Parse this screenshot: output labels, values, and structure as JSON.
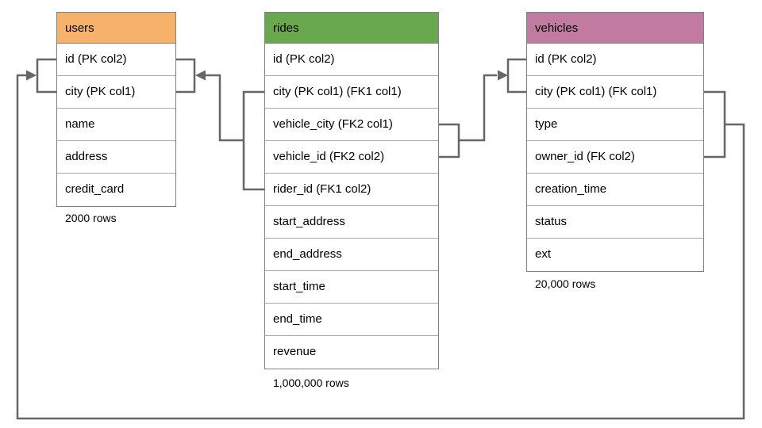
{
  "tables": [
    {
      "name": "users",
      "header_color": "#f6b26b",
      "rows": [
        "id (PK col2)",
        "city (PK col1)",
        "name",
        "address",
        "credit_card"
      ],
      "row_count": "2000 rows"
    },
    {
      "name": "rides",
      "header_color": "#6aa84f",
      "rows": [
        "id (PK col2)",
        "city (PK col1) (FK1 col1)",
        "vehicle_city (FK2 col1)",
        "vehicle_id (FK2 col2)",
        "rider_id (FK1 col2)",
        "start_address",
        "end_address",
        "start_time",
        "end_time",
        "revenue"
      ],
      "row_count": "1,000,000 rows"
    },
    {
      "name": "vehicles",
      "header_color": "#c27ba0",
      "rows": [
        "id (PK col2)",
        "city (PK col1) (FK col1)",
        "type",
        "owner_id (FK col2)",
        "creation_time",
        "status",
        "ext"
      ],
      "row_count": "20,000 rows"
    }
  ],
  "connector_color": "#666666",
  "relationships": [
    {
      "from_table": "rides",
      "from_columns": "city (FK1 col1), rider_id (FK1 col2)",
      "to_table": "users",
      "to_columns": "id (PK col2), city (PK col1)"
    },
    {
      "from_table": "rides",
      "from_columns": "vehicle_city (FK2 col1), vehicle_id (FK2 col2)",
      "to_table": "vehicles",
      "to_columns": "id (PK col2), city (PK col1)"
    },
    {
      "from_table": "vehicles",
      "from_columns": "city (FK col1), owner_id (FK col2)",
      "to_table": "users",
      "to_columns": "id (PK col2), city (PK col1)"
    }
  ]
}
